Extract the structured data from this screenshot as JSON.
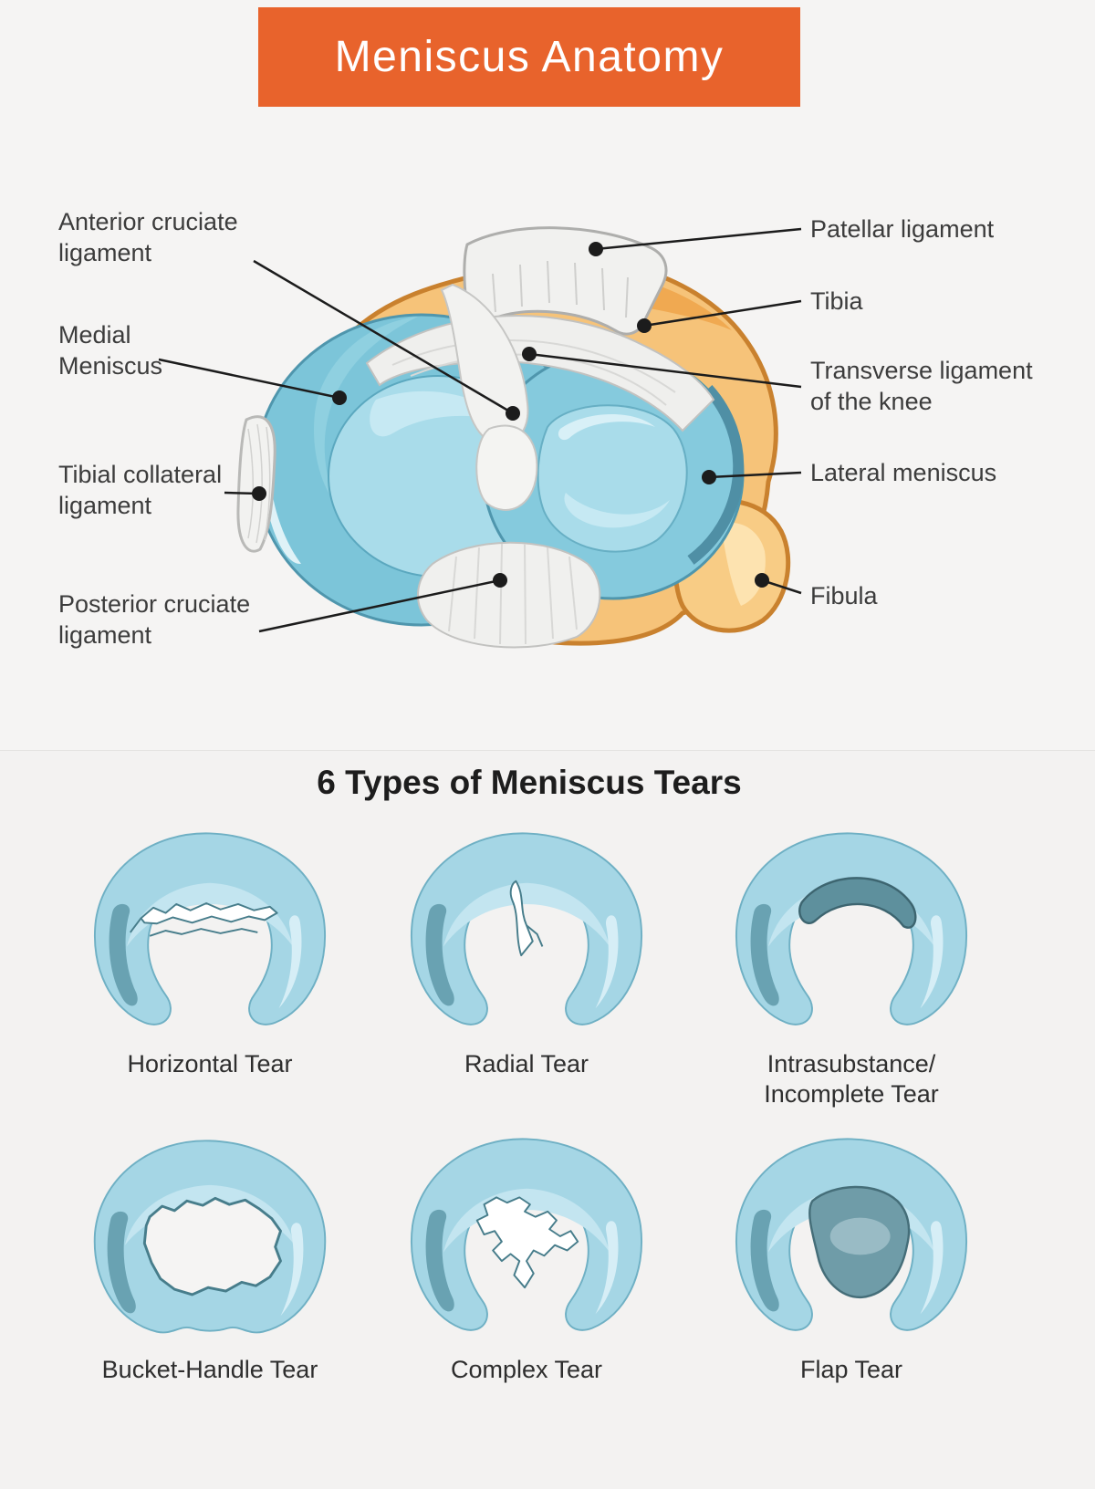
{
  "header": {
    "title": "Meniscus Anatomy"
  },
  "anatomy": {
    "labels": [
      {
        "id": "anterior-cruciate-ligament",
        "text": "Anterior cruciate\nligament",
        "side": "left"
      },
      {
        "id": "medial-meniscus",
        "text": "Medial\nMeniscus",
        "side": "left"
      },
      {
        "id": "tibial-collateral-ligament",
        "text": "Tibial collateral\nligament",
        "side": "left"
      },
      {
        "id": "posterior-cruciate-ligament",
        "text": "Posterior cruciate\nligament",
        "side": "left"
      },
      {
        "id": "patellar-ligament",
        "text": "Patellar ligament",
        "side": "right"
      },
      {
        "id": "tibia",
        "text": "Tibia",
        "side": "right"
      },
      {
        "id": "transverse-ligament-of-the-knee",
        "text": "Transverse ligament\nof the knee",
        "side": "right"
      },
      {
        "id": "lateral-meniscus",
        "text": "Lateral meniscus",
        "side": "right"
      },
      {
        "id": "fibula",
        "text": "Fibula",
        "side": "right"
      }
    ]
  },
  "tears": {
    "heading": "6 Types of Meniscus Tears",
    "items": [
      {
        "label": "Horizontal Tear"
      },
      {
        "label": "Radial Tear"
      },
      {
        "label": "Intrasubstance/\nIncomplete Tear"
      },
      {
        "label": "Bucket-Handle Tear"
      },
      {
        "label": "Complex Tear"
      },
      {
        "label": "Flap Tear"
      }
    ]
  },
  "colors": {
    "banner_orange": "#e8632c",
    "background": "#f5f4f3",
    "label_text": "#3c3c3c",
    "heading_text": "#1d1d1d",
    "leader_line": "#1c1c1c",
    "meniscus_blue": "#a5d6e5",
    "meniscus_blue_light": "#c3e5f0",
    "meniscus_teal_dark": "#5e909d",
    "bone_orange": "#f6c379",
    "bone_outline": "#c9812e",
    "ligament_white": "#f1f1ef"
  }
}
